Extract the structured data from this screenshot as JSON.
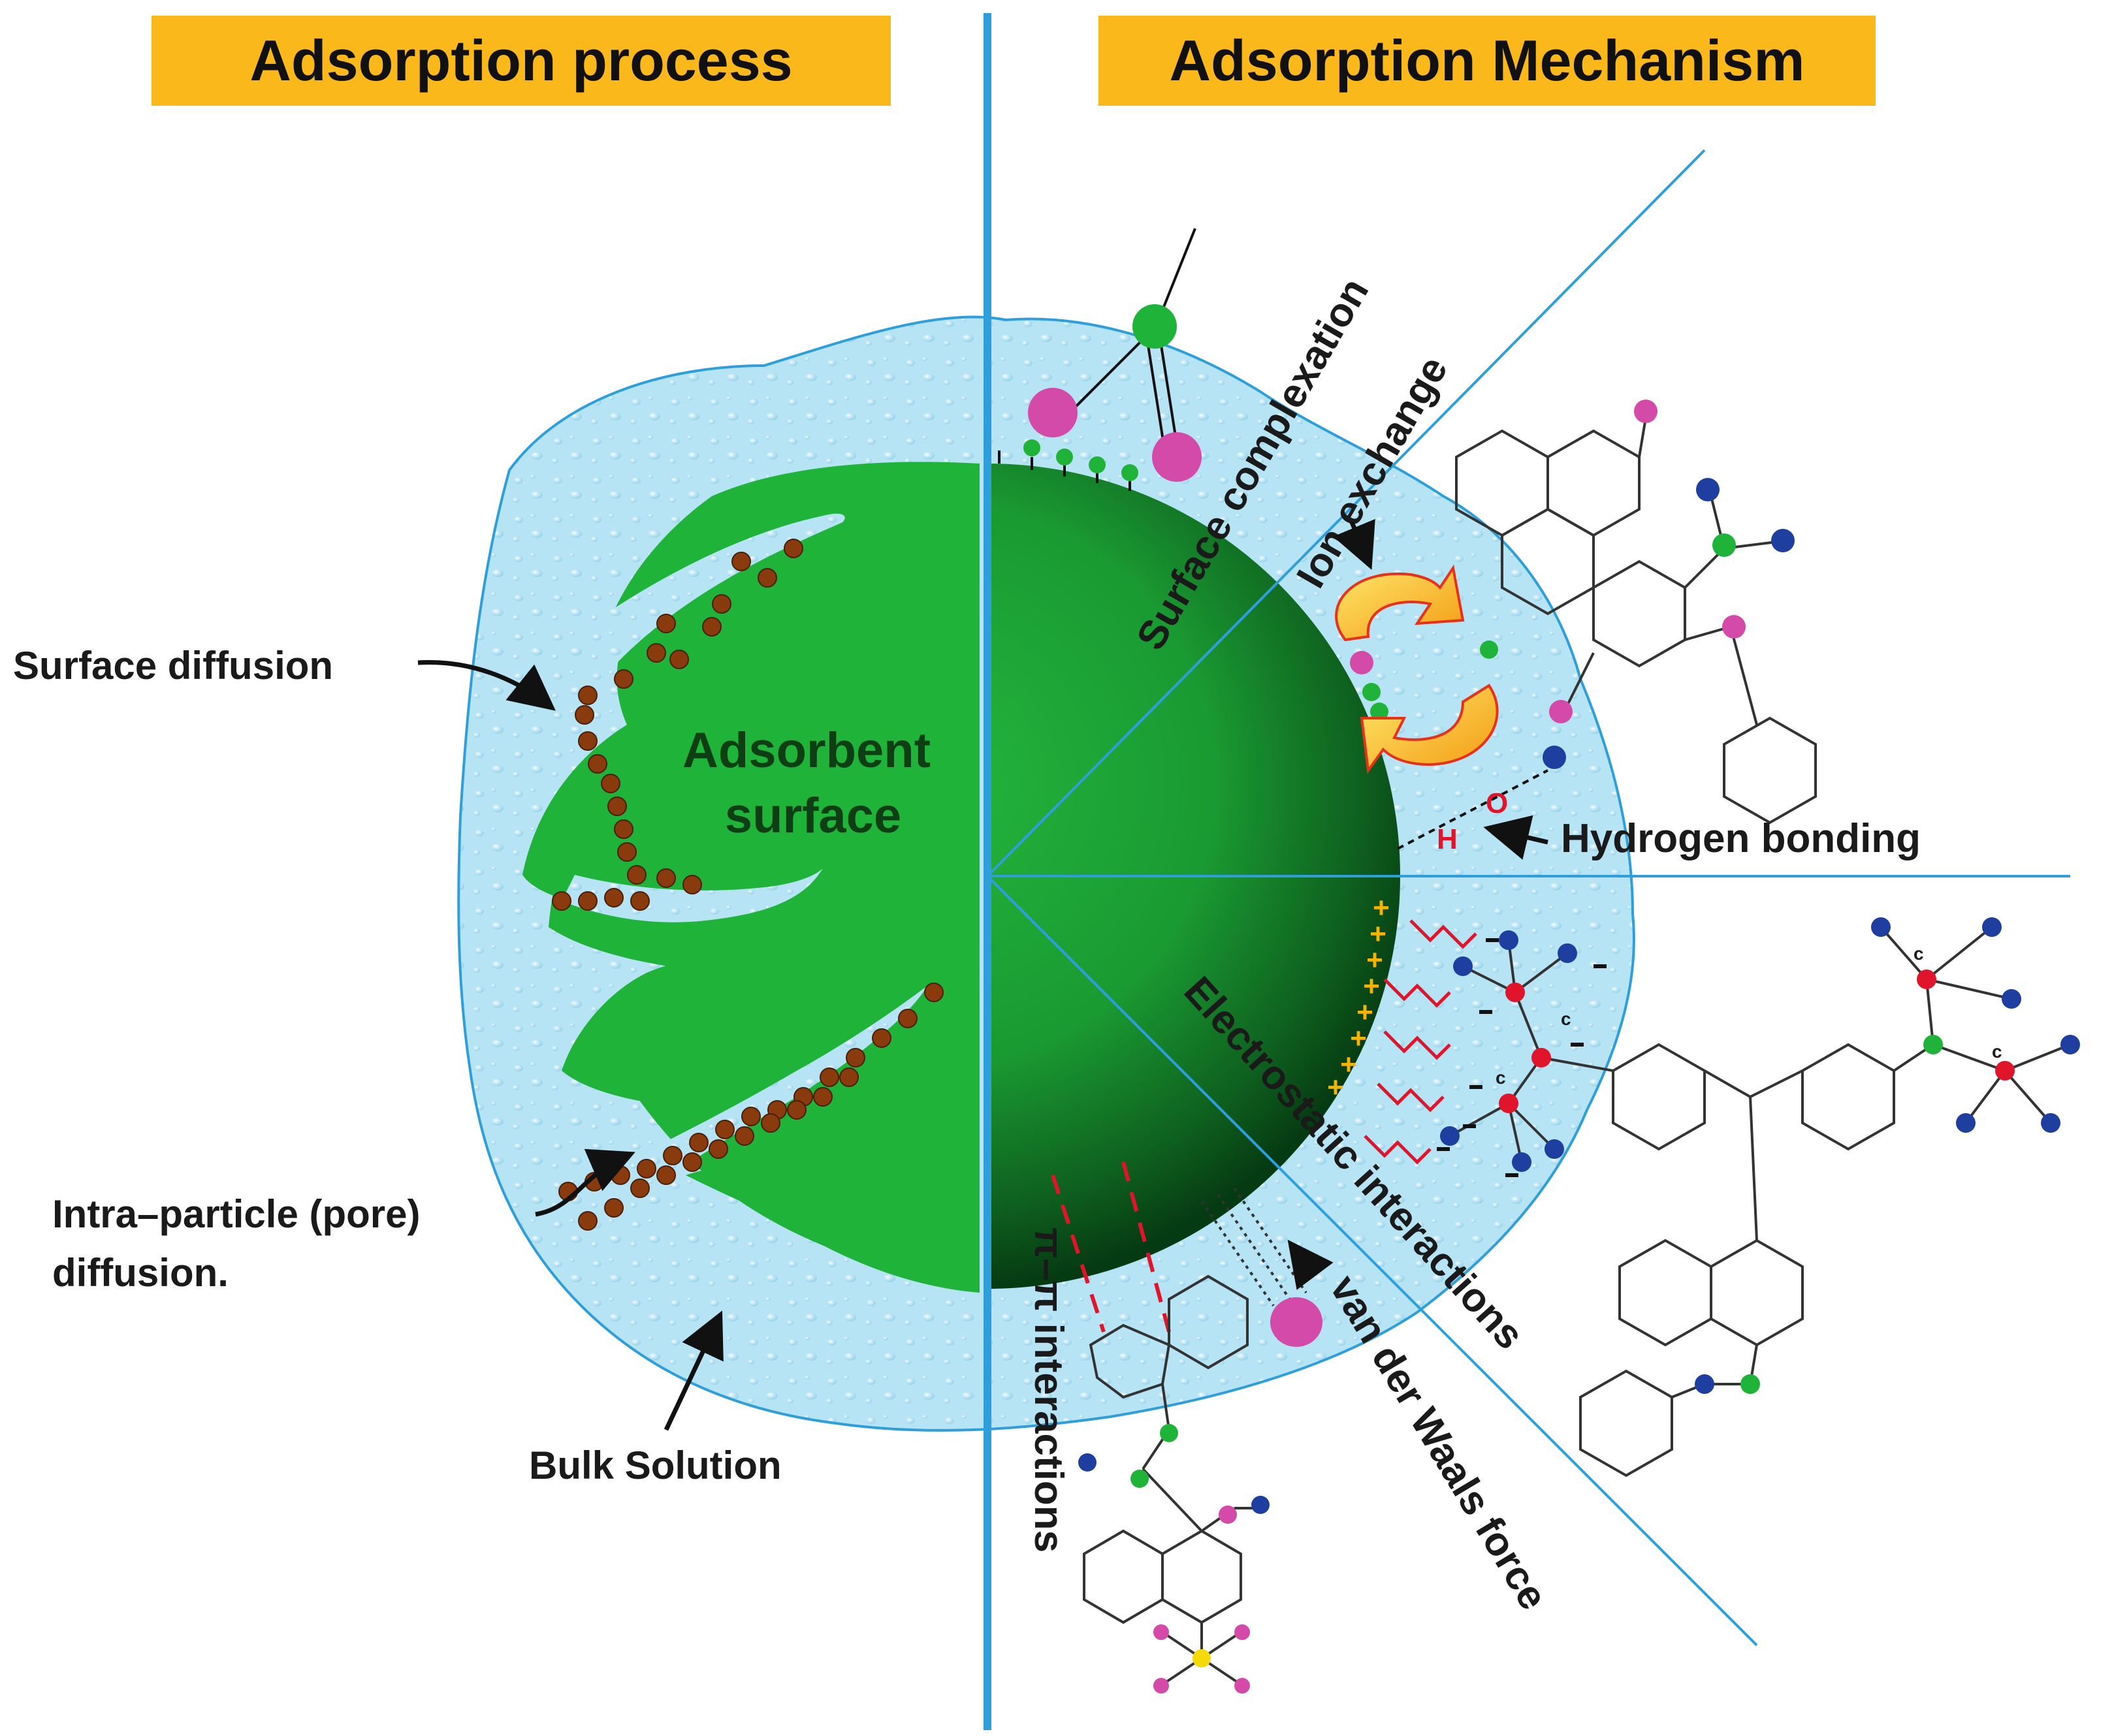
{
  "headers": {
    "left": "Adsorption process",
    "right": "Adsorption Mechanism"
  },
  "adsorbent": {
    "line1": "Adsorbent",
    "line2": "surface"
  },
  "process_labels": {
    "surface_diffusion": "Surface diffusion",
    "intra_particle_line1": "Intra–particle (pore)",
    "intra_particle_line2": "diffusion.",
    "bulk_solution": "Bulk Solution"
  },
  "mechanism_labels": {
    "surface_complexation": "Surface complexation",
    "ion_exchange": "Ion exchange",
    "hydrogen_bonding": "Hydrogen bonding",
    "electrostatic": "Electrostatic interactions",
    "van_der_waals": "van der Waals force",
    "pi_pi": "π–π interactions"
  },
  "atoms": {
    "hydrogen": "H",
    "oxygen": "O",
    "carbon": "c"
  },
  "colors": {
    "banner": "#fbb81a",
    "divider": "#2f9fdc",
    "solution": "#b7e4f4",
    "adsorbent": "#1fb33a",
    "adsorbate": "#8a3b0e",
    "magenta_atom": "#d44aa8",
    "green_atom": "#1fb33a",
    "blue_atom": "#1f3fa0",
    "red_atom": "#e0142a",
    "plus_sign": "#f4b400"
  }
}
